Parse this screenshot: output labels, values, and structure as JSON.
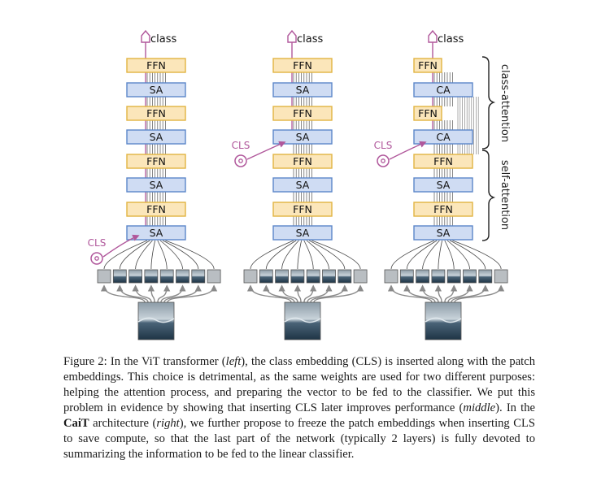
{
  "columns": [
    {
      "id": "vit",
      "output_label": "class",
      "blocks": [
        "FFN",
        "SA",
        "FFN",
        "SA",
        "FFN",
        "SA",
        "FFN",
        "SA"
      ],
      "cls_label": "CLS",
      "cls_enters_before_block": 7
    },
    {
      "id": "cls-later",
      "output_label": "class",
      "blocks": [
        "FFN",
        "SA",
        "FFN",
        "SA",
        "FFN",
        "SA",
        "FFN",
        "SA"
      ],
      "cls_label": "CLS",
      "cls_enters_before_block": 3
    },
    {
      "id": "cait",
      "output_label": "class",
      "blocks": [
        "FFN",
        "CA",
        "FFN",
        "CA",
        "FFN",
        "SA",
        "FFN",
        "SA"
      ],
      "cls_label": "CLS",
      "cls_enters_before_block": 3
    }
  ],
  "braces": {
    "class_attention": "class-attention",
    "self_attention": "self-attention"
  },
  "colors": {
    "ffn_fill": "#fbe6ba",
    "ffn_stroke": "#e2b441",
    "sa_fill": "#cfdcf3",
    "sa_stroke": "#5b86c9",
    "cls": "#b0579b",
    "arrow": "#8a8a8a"
  },
  "caption": {
    "p1": "Figure 2: In the ViT transformer (",
    "p2": "left",
    "p3": "), the class embedding (CLS) is inserted along with the patch embeddings. This choice is detrimental, as the same weights are used for two different purposes: helping the attention process, and preparing the vector to be fed to the classifier. We put this problem in evidence by showing that inserting CLS later improves performance (",
    "p4": "middle",
    "p5": "). In the ",
    "p6": "CaiT",
    "p7": " architecture (",
    "p8": "right",
    "p9": "), we further propose to freeze the patch embeddings when inserting CLS to save compute, so that the last part of the network (typically 2 layers) is fully devoted to summarizing the information to be fed to the linear classifier."
  }
}
